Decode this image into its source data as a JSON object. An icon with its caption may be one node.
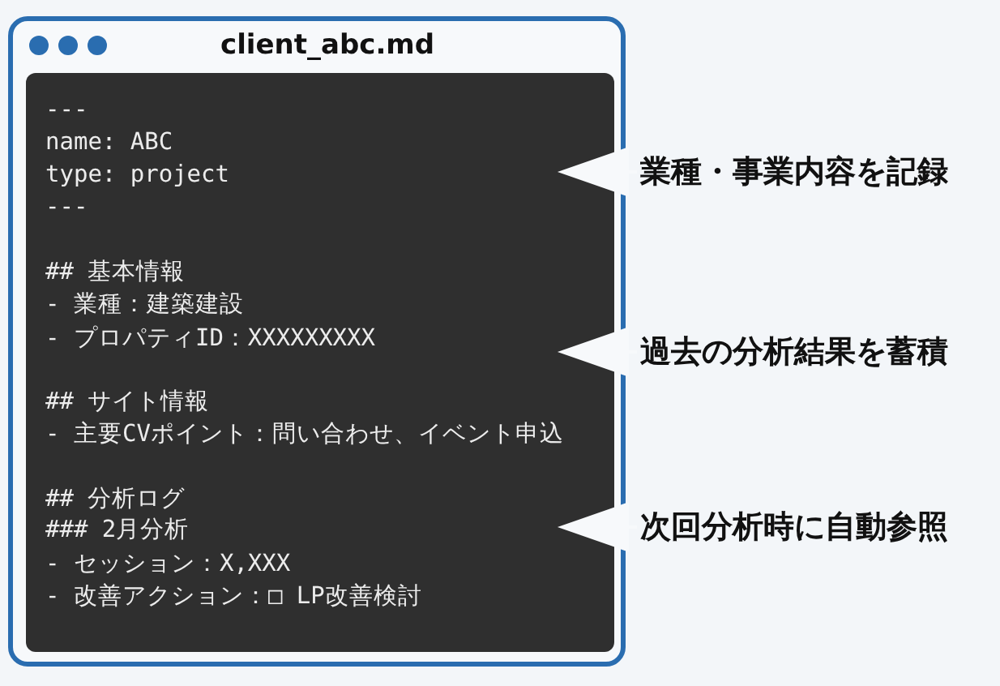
{
  "diagram": {
    "nodes": [
      {
        "text": [
          "client_abc.md"
        ]
      },
      {
        "text": [
          "---",
          "name: ABC",
          "type: project",
          "---",
          "## 基本情報",
          "- 業種：建築建設",
          "- プロパティID：XXXXXXXXX",
          "## サイト情報",
          "- 主要CVポイント：問い合わせ、イベント申込",
          "## 分析ログ",
          "### 2月分析",
          "- セッション：X,XXX",
          "- 改善アクション：□ LP改善検討"
        ],
        "in": 0
      },
      {
        "text": [
          "業種・事業内容を記録"
        ]
      },
      {
        "text": [
          "過去の分析結果を蓄積"
        ]
      },
      {
        "text": [
          "次回分析時に自動参照"
        ]
      }
    ],
    "edges": [
      {
        "from": 2,
        "to": 1,
        "arrow": "to"
      },
      {
        "from": 3,
        "to": 1,
        "arrow": "to"
      },
      {
        "from": 4,
        "to": 1,
        "arrow": "to"
      }
    ]
  }
}
